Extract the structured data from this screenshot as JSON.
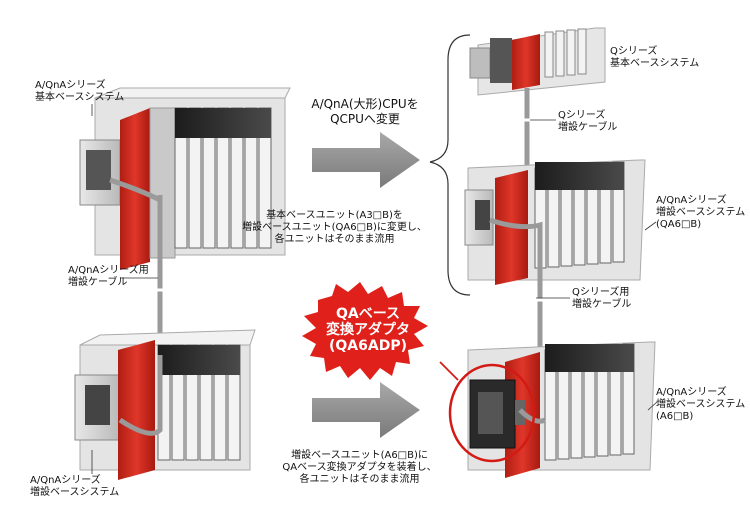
{
  "labels": {
    "aq_base_system": [
      "A/QnAシリーズ",
      "基本ベースシステム"
    ],
    "aq_ext_cable": [
      "A/QnAシリーズ用",
      "増設ケーブル"
    ],
    "aq_ext_system": [
      "A/QnAシリーズ",
      "増設ベースシステム"
    ],
    "step1_caption": [
      "A/QnA(大形)CPUを",
      "QCPUへ変更"
    ],
    "step2_caption": [
      "基本ベースユニット(A3□B)を",
      "増設ベースユニット(QA6□B)に変更し、",
      "各ユニットはそのまま流用"
    ],
    "step3_caption": [
      "増設ベースユニット(A6□B)に",
      "QAベース変換アダプタを装着し、",
      "各ユニットはそのまま流用"
    ],
    "q_base_system": [
      "Qシリーズ",
      "基本ベースシステム"
    ],
    "q_ext_cable_top": [
      "Qシリーズ",
      "増設ケーブル"
    ],
    "qa6_ext_system": [
      "A/QnAシリーズ",
      "増設ベースシステム",
      "(QA6□B)"
    ],
    "q_ext_cable_mid": [
      "Qシリーズ用",
      "増設ケーブル"
    ],
    "a6_ext_system": [
      "A/QnAシリーズ",
      "増設ベースシステム",
      "(A6□B)"
    ]
  },
  "callout": {
    "lines": [
      "QAベース",
      "変換アダプタ",
      "(QA6ADP)"
    ]
  },
  "colors": {
    "module_red": "#d42a1c",
    "callout_red": "#e0201a",
    "arrow_gray": "#8c8c8c",
    "rack_gray": "#cfcfcf",
    "module_dark": "#2c2c2c"
  }
}
